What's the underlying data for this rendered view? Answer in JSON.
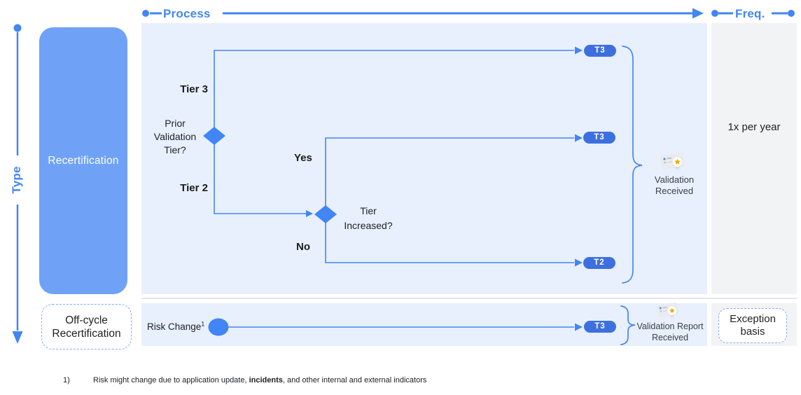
{
  "axes": {
    "process_label": "Process",
    "freq_label": "Freq.",
    "type_label": "Type"
  },
  "rows": {
    "recertification": {
      "type_label": "Recertification",
      "frequency": "1x per year"
    },
    "off_cycle": {
      "type_label": "Off-cycle Recertification",
      "frequency": "Exception basis"
    }
  },
  "flow": {
    "tier3_label": "Tier 3",
    "tier2_label": "Tier 2",
    "decision_prior": "Prior Validation Tier?",
    "decision_increased": "Tier Increased?",
    "yes_label": "Yes",
    "no_label": "No",
    "pill_tier3_top": "T3",
    "pill_tier3_yes": "T3",
    "pill_tier2_no": "T2",
    "outcome_label": "Validation Received"
  },
  "off_cycle_flow": {
    "trigger_label": "Risk Change",
    "footnote_ref": "1",
    "pill": "T3",
    "outcome_label": "Validation Report Received"
  },
  "footnote": {
    "marker": "1)",
    "text_pre": "Risk might change due to application update, ",
    "text_bold": "incidents",
    "text_post": ", and other internal and external indicators"
  },
  "colors": {
    "accent_blue": "#4285F4",
    "row_box_blue": "#6FA2F7",
    "pill_blue": "#3D6FDE",
    "panel_blue": "#E8F0FE",
    "panel_gray": "#F2F3F5",
    "text_dark": "#202124",
    "star_gold": "#F9AB00"
  }
}
